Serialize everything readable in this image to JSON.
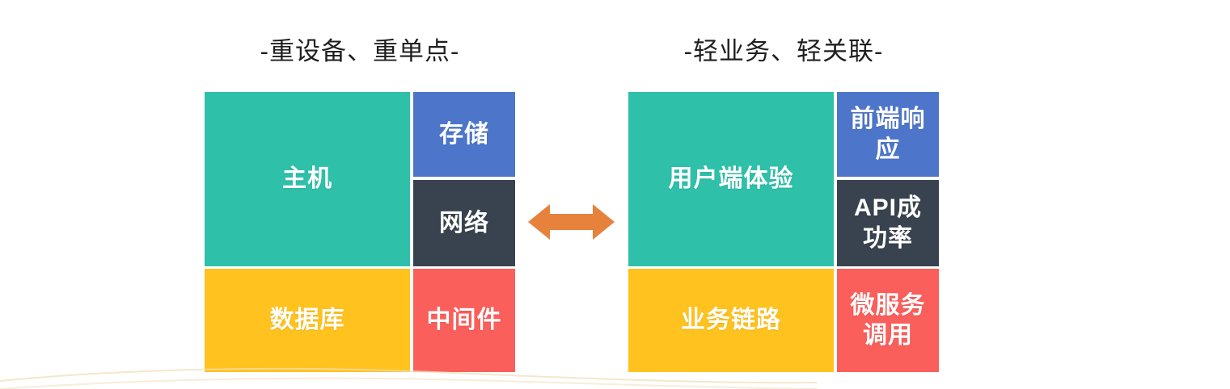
{
  "left_panel": {
    "title": "-重设备、重单点-",
    "blocks": {
      "main": {
        "label": "主机",
        "color": "#2FC0AA"
      },
      "top_small": {
        "label": "存储",
        "color": "#4D76CB"
      },
      "mid_small": {
        "label": "网络",
        "color": "#39434F"
      },
      "bottom_wide": {
        "label": "数据库",
        "color": "#FFC21E"
      },
      "bottom_small": {
        "label": "中间件",
        "color": "#FB5F5B"
      }
    }
  },
  "right_panel": {
    "title": "-轻业务、轻关联-",
    "blocks": {
      "main": {
        "label": "用户端体验",
        "color": "#2FC0AA"
      },
      "top_small": {
        "label": "前端响\n应",
        "color": "#4D76CB"
      },
      "mid_small": {
        "label": "API成\n功率",
        "color": "#39434F"
      },
      "bottom_wide": {
        "label": "业务链路",
        "color": "#FFC21E"
      },
      "bottom_small": {
        "label": "微服务\n调用",
        "color": "#FB5F5B"
      }
    }
  },
  "arrow": {
    "direction": "bidirectional",
    "color": "#E6823C"
  },
  "decor": {
    "swoosh_color": "#F0DFB9"
  },
  "style": {
    "block_text_color": "#FFFFFF",
    "title_color": "#1F1F1F",
    "background": "#FFFFFF"
  }
}
